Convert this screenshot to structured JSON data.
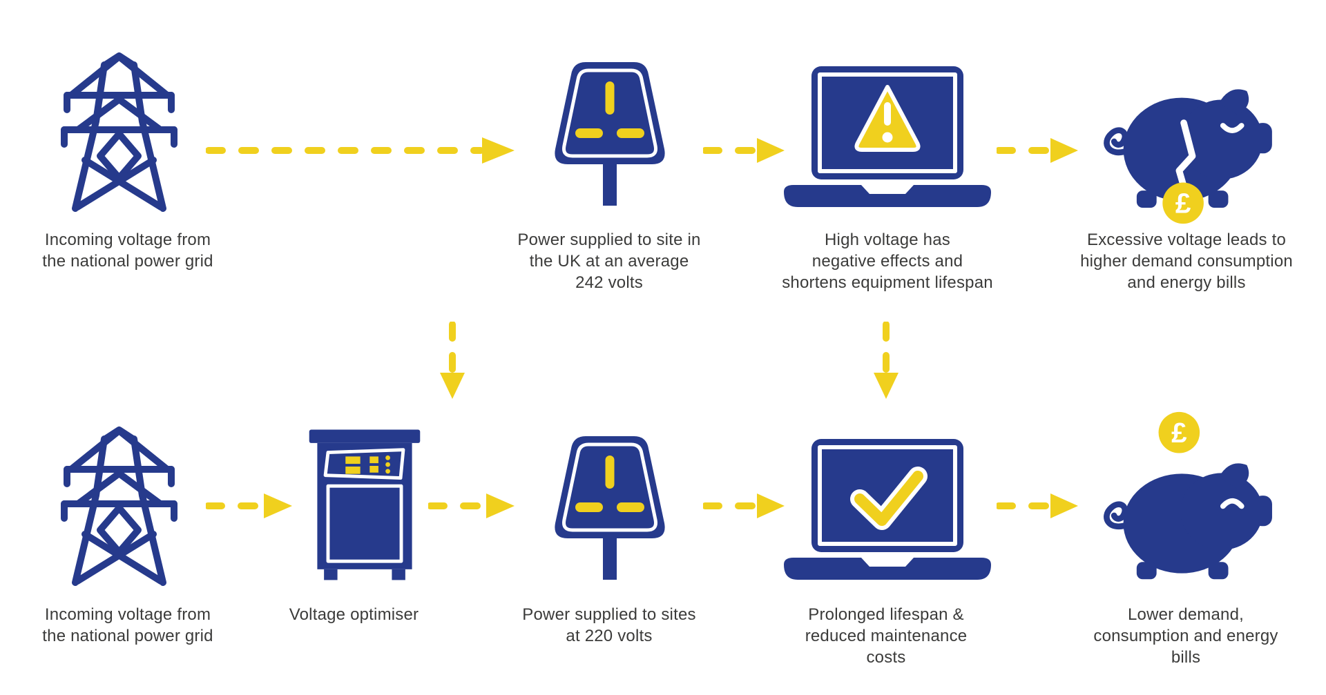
{
  "colors": {
    "navy": "#263A8C",
    "yellow": "#F0D01E",
    "white": "#FFFFFF",
    "text": "#3B3B3A",
    "background": "#FFFFFF"
  },
  "coin_symbol": "£",
  "flow": {
    "top_row": {
      "steps": [
        {
          "icon": "pylon-icon",
          "label": "Incoming voltage from\nthe national power grid"
        },
        {
          "icon": "uk-plug-icon",
          "label": "Power supplied to site in\nthe UK at an average\n242 volts"
        },
        {
          "icon": "laptop-warning-icon",
          "label": "High voltage has\nnegative effects and\nshortens equipment lifespan"
        },
        {
          "icon": "piggy-bank-coin-out-icon",
          "label": "Excessive voltage leads to\nhigher demand consumption\nand energy bills"
        }
      ]
    },
    "bottom_row": {
      "steps": [
        {
          "icon": "pylon-icon",
          "label": "Incoming voltage from\nthe national power grid"
        },
        {
          "icon": "voltage-optimiser-icon",
          "label": "Voltage optimiser"
        },
        {
          "icon": "uk-plug-icon",
          "label": "Power supplied to sites\nat 220 volts"
        },
        {
          "icon": "laptop-check-icon",
          "label": "Prolonged lifespan &\nreduced maintenance\ncosts"
        },
        {
          "icon": "piggy-bank-coin-in-icon",
          "label": "Lower demand,\nconsumption and energy\nbills"
        }
      ]
    }
  }
}
